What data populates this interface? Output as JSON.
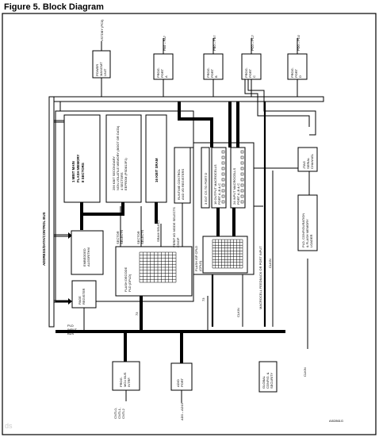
{
  "figure_title": "Figure 5. Block Diagram",
  "figure_id": "AI02861G",
  "watermark": "ds",
  "left_bus": "ADDRESS/DATA/CONTROL BUS",
  "bus_width_74": "74",
  "bus_width_73": "73",
  "signals": {
    "vstdby": "VSTDBY (PC0)",
    "pa": "PA0 – PA7",
    "pb": "PB0 – PB7",
    "pc": "PC0 – PC7",
    "pd": "PD0 – PD2",
    "cntl": [
      "CNTL0,",
      "CNTL1,",
      "CNTL2"
    ],
    "ad": "AD0 – AD15",
    "clkin_bottom": "CLKIN",
    "clkin_right": "CLKIN",
    "clkin_mid": "CLKIN",
    "macrocell_feedback": "MACROCELL FEEDBACK OR PORT INPUT",
    "pld_input_bus": [
      "PLD",
      "INPUT",
      "BUS"
    ]
  },
  "blocks": {
    "power": [
      "POWER",
      "MANGMT",
      "UNIT"
    ],
    "port_a": [
      "PROG.",
      "PORT",
      "A"
    ],
    "port_b": [
      "PROG.",
      "PORT",
      "B"
    ],
    "port_c": [
      "PROG.",
      "PORT",
      "C"
    ],
    "port_d": [
      "PROG.",
      "PORT",
      "D"
    ],
    "flash": [
      "1 MBIT MAIN",
      "FLASH MEMORY",
      "8 SECTORS"
    ],
    "eeprom": [
      "256 KBIT SECONDARY",
      "NON-VOLATILE MEMORY (BOOT OR DATA)",
      "4 SECTORS",
      "EEPROM (PSD813F1)"
    ],
    "sram": [
      "16 KBIT SRAM"
    ],
    "runtime": [
      "RUNTIME CONTROL",
      "AND I/O REGISTERS"
    ],
    "csiop": [
      "PERIP I/O MODE SELECTS",
      "CSIOP"
    ],
    "embedded": [
      "EMBEDDED",
      "ALGORITHM"
    ],
    "sector_selects_1": [
      "SECTOR",
      "SELECTS"
    ],
    "sector_selects_2": [
      "SECTOR",
      "SELECTS"
    ],
    "sram_select": [
      "SRAM SELECT"
    ],
    "decode_pld": [
      "FLASH DECODE",
      "PLD (DPLD)"
    ],
    "page_register": [
      "PAGE",
      "REGISTER"
    ],
    "gpld": [
      "FLASH ISP CPLD",
      "(CPLD)"
    ],
    "ext_cs": [
      "3 EXT CS TO PORT D"
    ],
    "mc_output": [
      "16 OUTPUT MACROCELLS",
      "PORT A ,B & C"
    ],
    "mc_input": [
      "24 INPUT MACROCELLS",
      "PORT A ,B & C"
    ],
    "jtag": [
      "JTAG",
      "SERIAL",
      "CHANNEL"
    ],
    "pld_loader": [
      "PLD, CONFIGURATION",
      "& FLASH MEMORY",
      "LOADER"
    ],
    "mcu_intf": [
      "PROG.",
      "MCU BUS",
      "INTRF."
    ],
    "adio": [
      "ADIO",
      "PORT"
    ],
    "global": [
      "GLOBAL",
      "CONFIG. &",
      "SECURITY"
    ]
  }
}
